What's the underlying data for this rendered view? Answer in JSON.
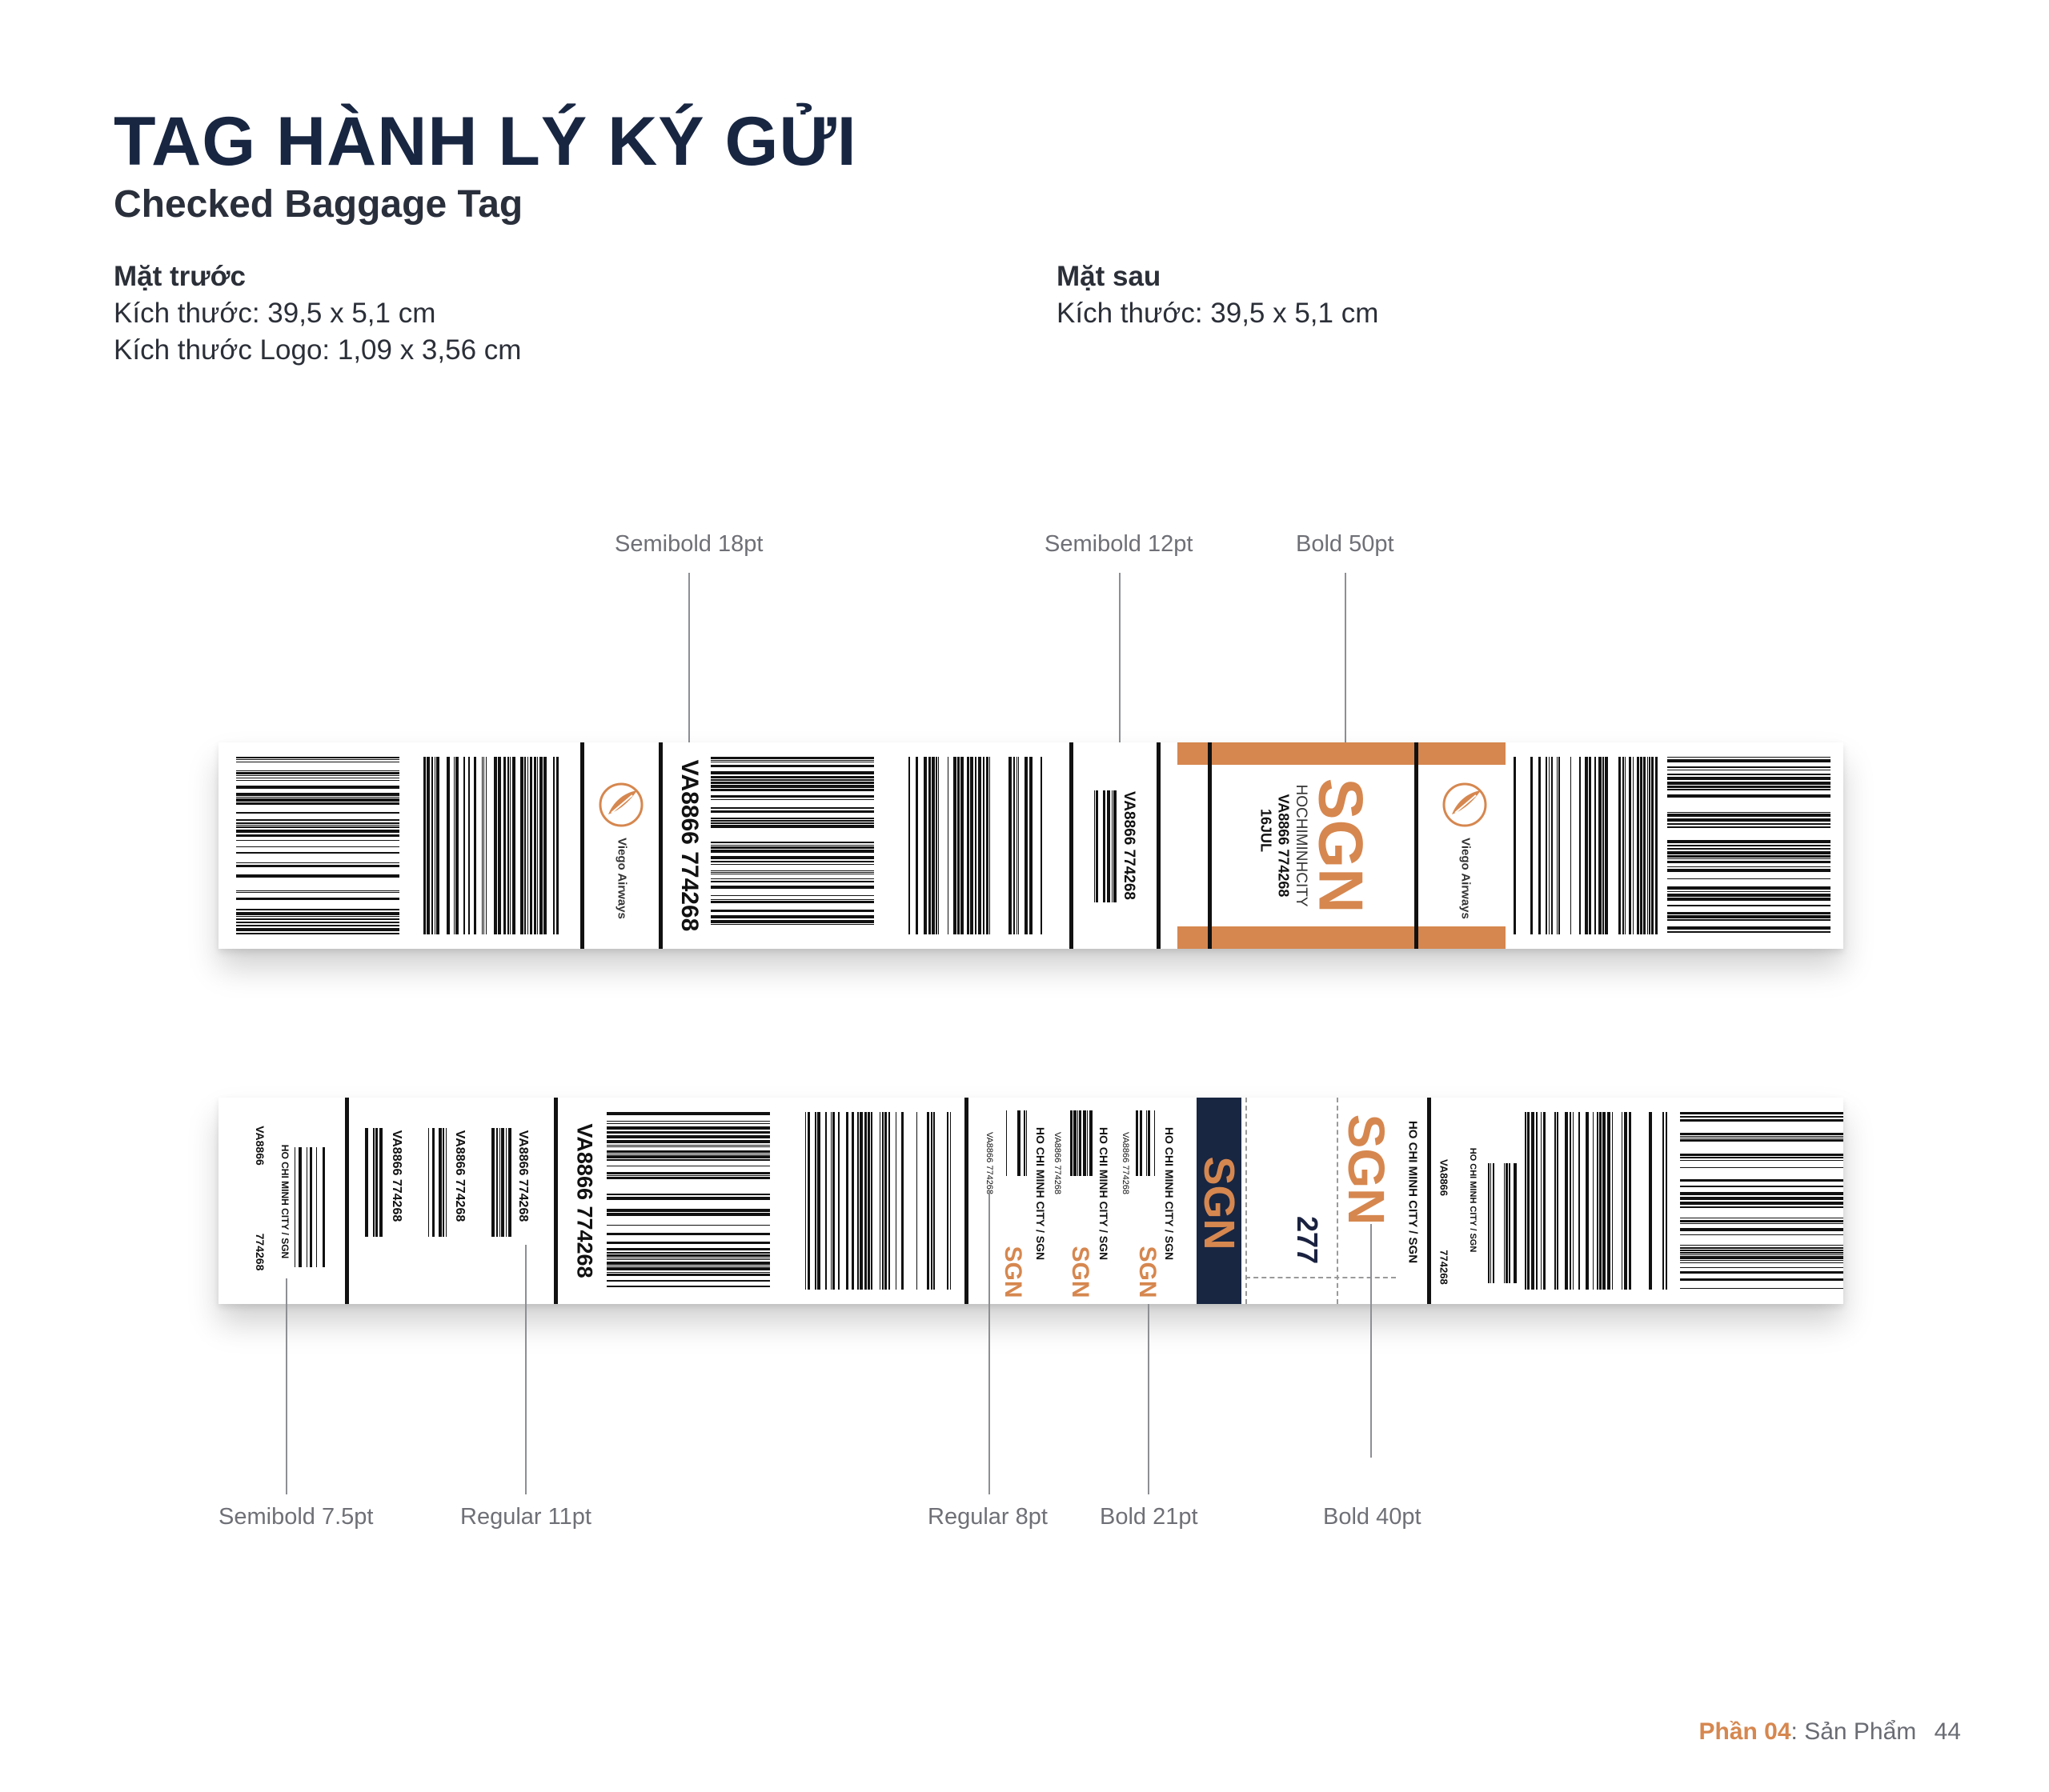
{
  "header": {
    "title": "TAG HÀNH LÝ KÝ GỬI",
    "subtitle": "Checked Baggage Tag"
  },
  "front_spec": {
    "heading": "Mặt trước",
    "size": "Kích thước: 39,5 x 5,1 cm",
    "logo_size": "Kích thước Logo: 1,09 x 3,56 cm"
  },
  "back_spec": {
    "heading": "Mặt sau",
    "size": "Kích thước: 39,5 x 5,1 cm"
  },
  "callouts_top": {
    "semibold_18": "Semibold 18pt",
    "semibold_12": "Semibold 12pt",
    "bold_50": "Bold 50pt"
  },
  "callouts_bottom": {
    "semibold_7_5": "Semibold 7.5pt",
    "regular_11": "Regular 11pt",
    "regular_8": "Regular 8pt",
    "bold_21": "Bold 21pt",
    "bold_40": "Bold 40pt"
  },
  "front_tag": {
    "brand": "Viego Airways",
    "tag_number": "VA8866 774268",
    "small_number": "VA8866 774268",
    "dest_code": "SGN",
    "dest_city": "HOCHIMINHCITY",
    "flight_number": "VA8866 774268",
    "date": "16JUL"
  },
  "back_tag": {
    "stub_flight": "VA8866",
    "stub_number": "774268",
    "stub_route": "HO CHI MINH CITY / SGN",
    "coupon_numbers": [
      "VA8866 774268",
      "VA8866 774268",
      "VA8866 774268"
    ],
    "tag_number": "VA8866 774268",
    "route": "HO CHI MINH CITY / SGN",
    "small_number": "VA8866 774268",
    "dest_code": "SGN",
    "code_277": "277",
    "right_flight": "VA8866",
    "right_number": "774268",
    "right_route": "HO CHI MINH CITY / SGN"
  },
  "colors": {
    "navy": "#182642",
    "orange": "#d6874f",
    "barcode": "#111111"
  },
  "footer": {
    "section": "Phần 04",
    "sep": ":",
    "section_name": " Sản Phẩm",
    "page": "44"
  }
}
